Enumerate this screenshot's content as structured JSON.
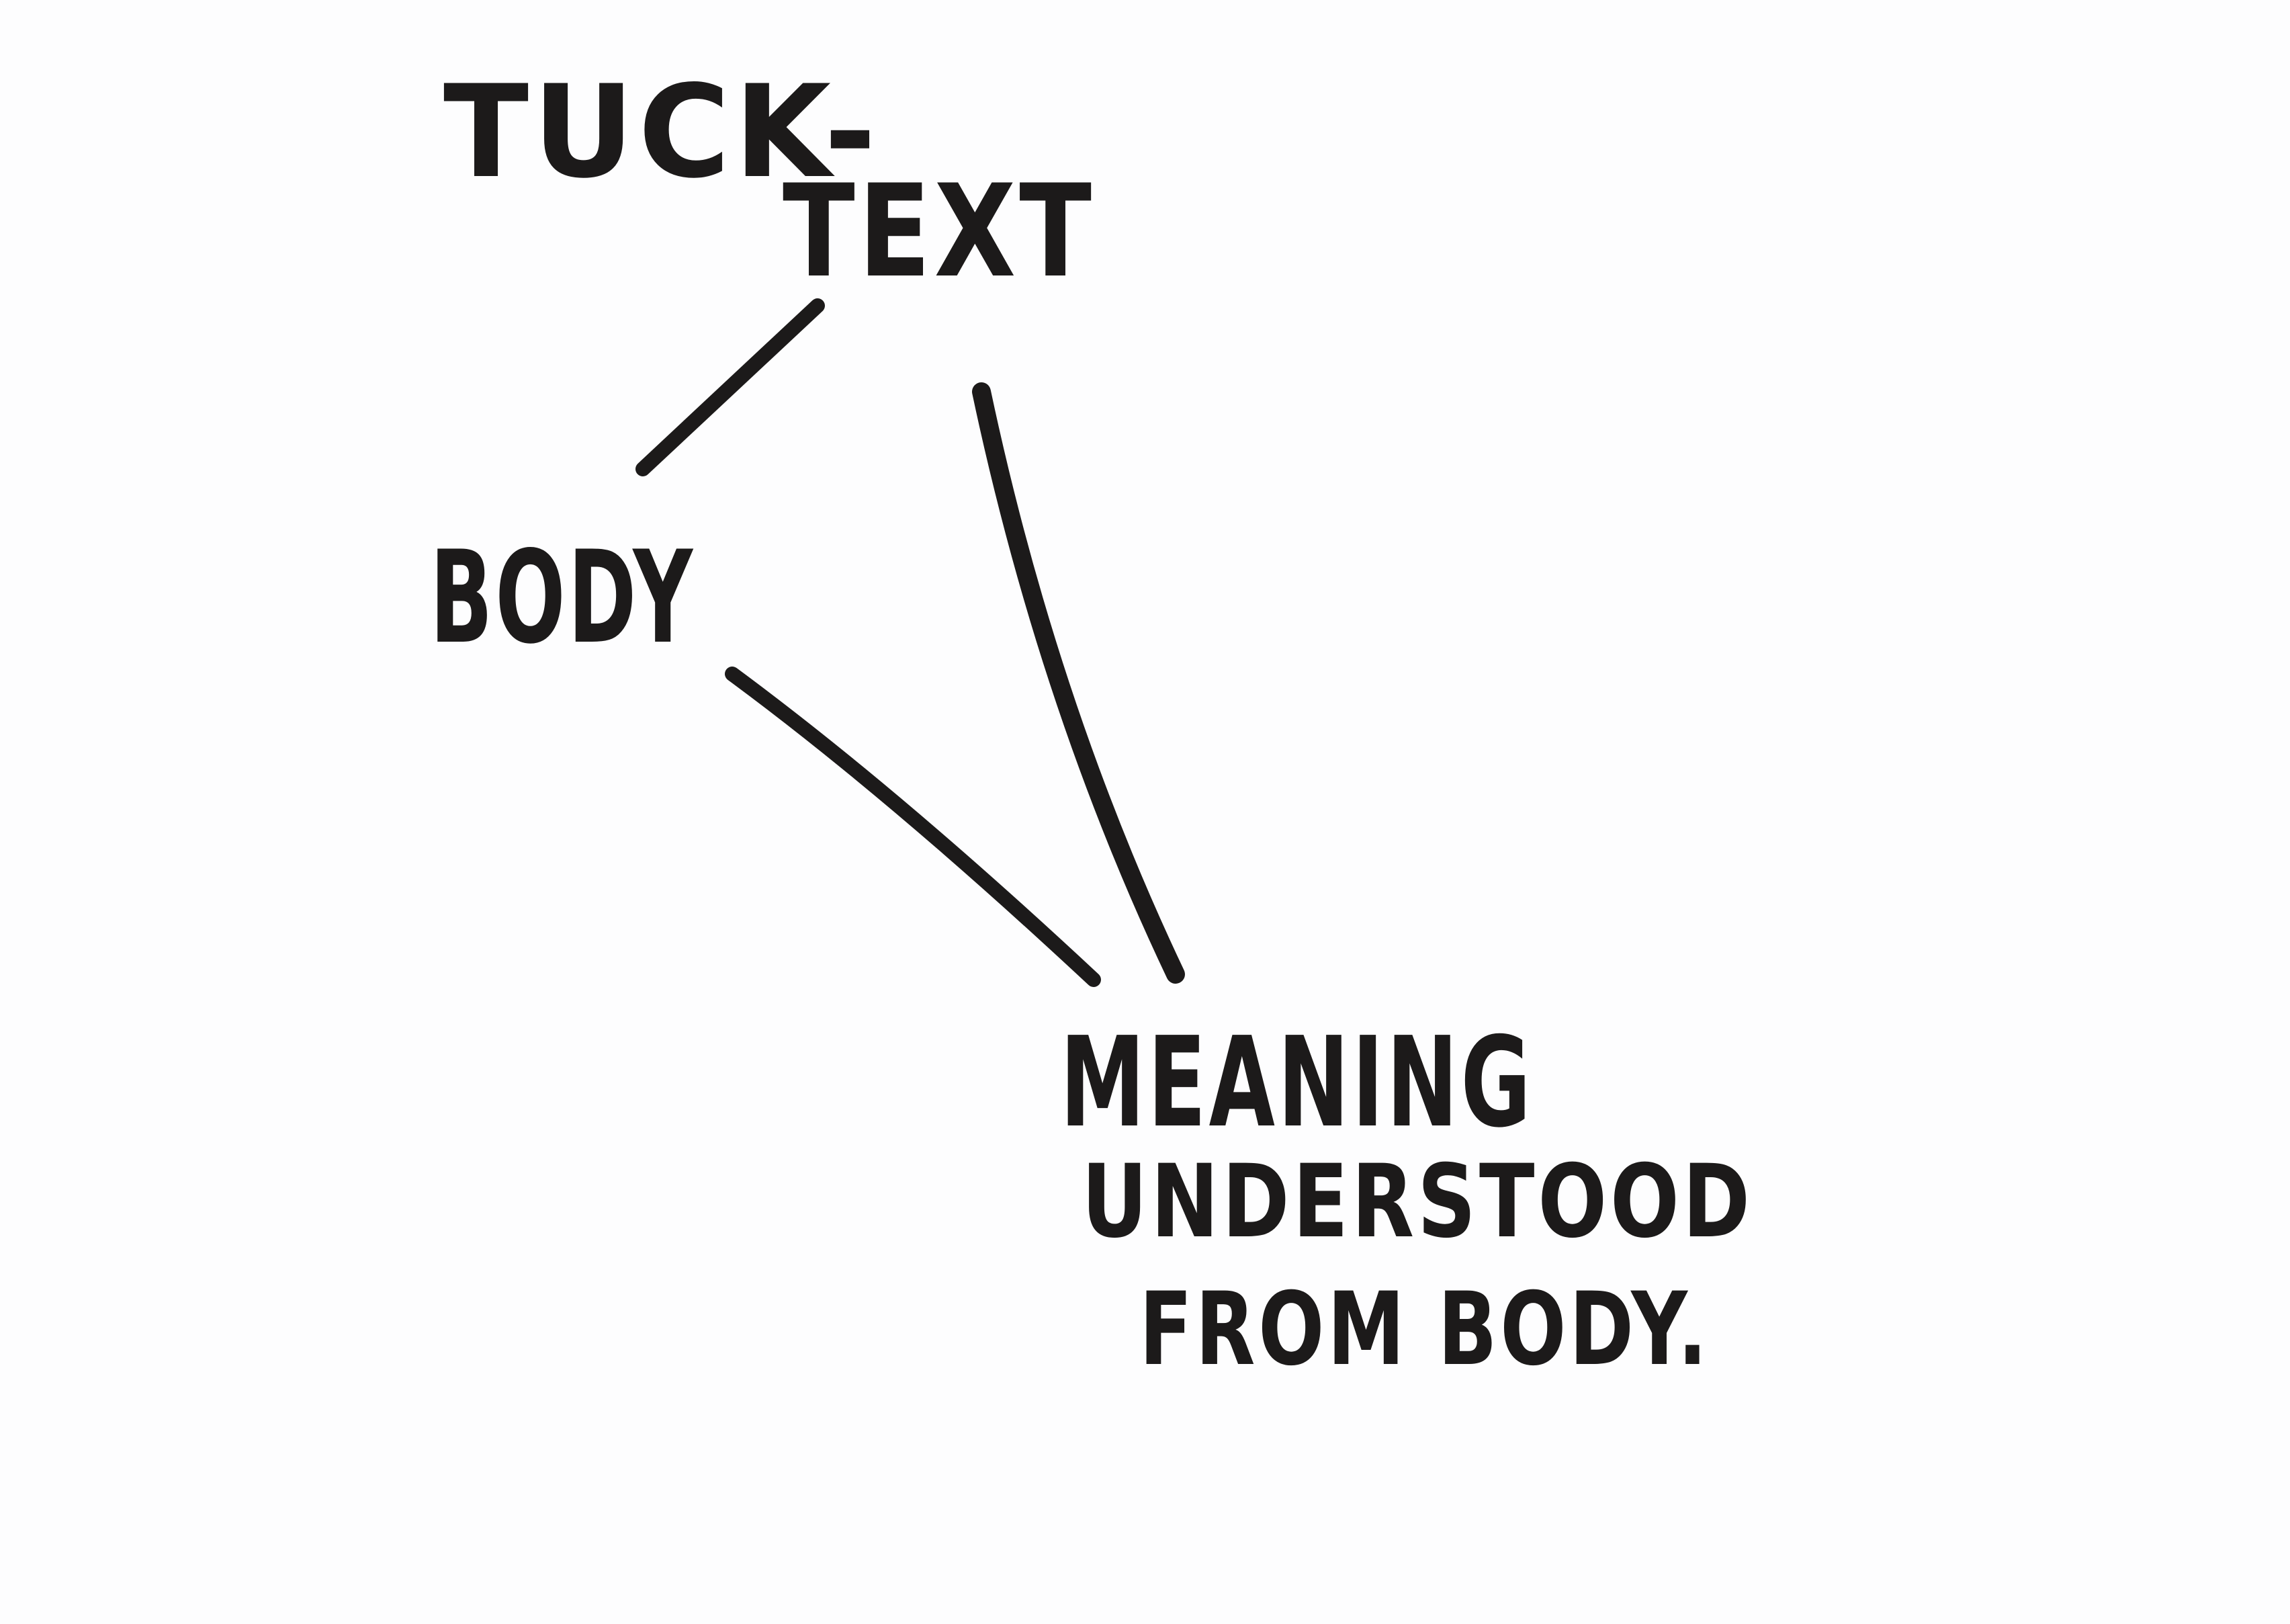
{
  "nodes": {
    "tuck": "TUCK-",
    "text": "TEXT",
    "body": "BODY",
    "meaning_line1": "MEANING",
    "meaning_line2": "UNDERSTOOD",
    "meaning_line3": "FROM BODY."
  },
  "ink_color": "#1c1a1a",
  "paper_color": "#fdfdfe"
}
